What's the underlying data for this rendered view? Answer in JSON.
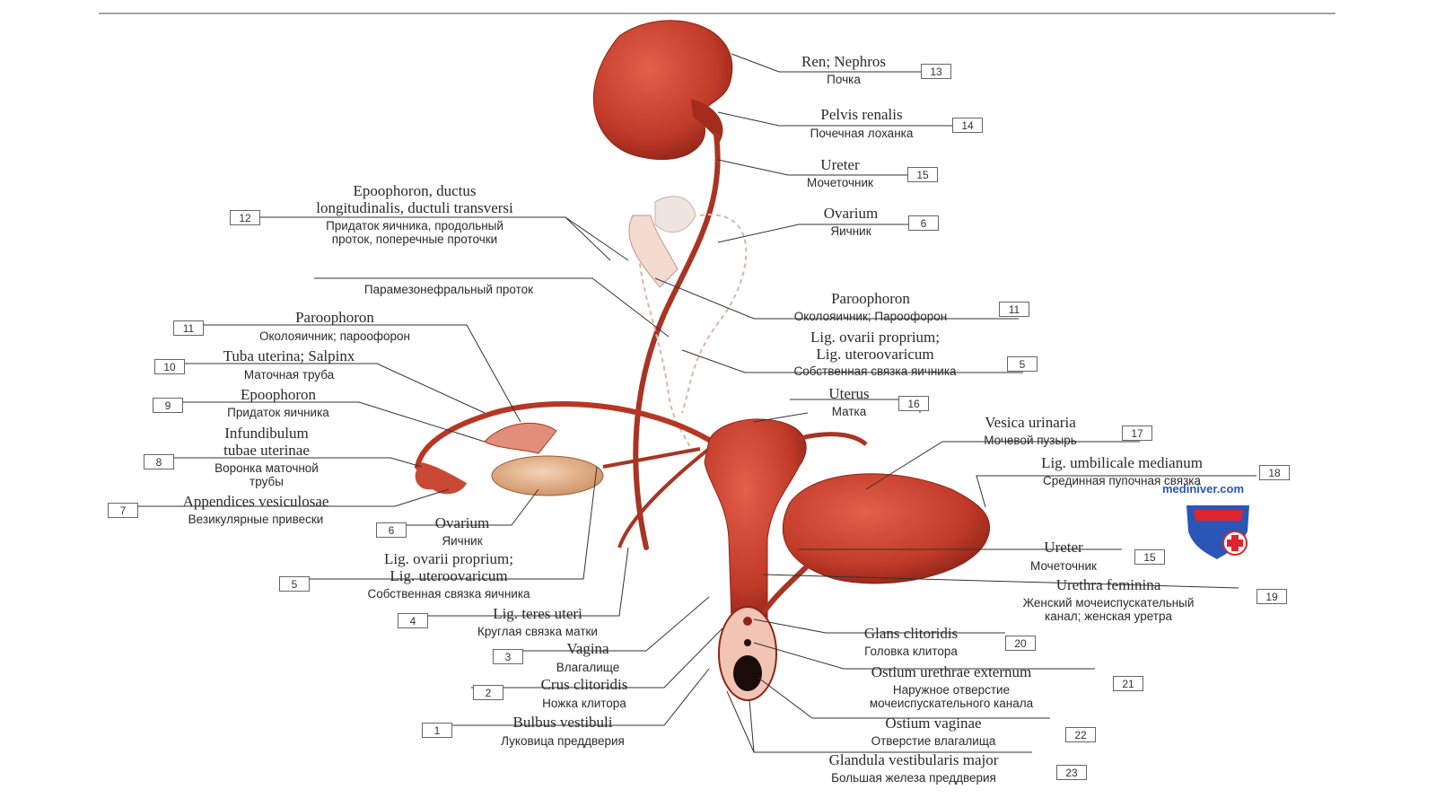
{
  "watermark": "mediniver.com",
  "labels": {
    "l13": {
      "num": "13",
      "lat": "Ren; Nephros",
      "rus": "Почка"
    },
    "l14": {
      "num": "14",
      "lat": "Pelvis renalis",
      "rus": "Почечная лоханка"
    },
    "l15a": {
      "num": "15",
      "lat": "Ureter",
      "rus": "Мочеточник"
    },
    "l6a": {
      "num": "6",
      "lat": "Ovarium",
      "rus": "Яичник"
    },
    "l12": {
      "num": "12",
      "lat1": "Epoophoron, ductus",
      "lat2": "longitudinalis, ductuli transversi",
      "rus1": "Придаток яичника, продольный",
      "rus2": "проток, поперечные проточки"
    },
    "l_pmd": {
      "rus": "Парамезонефральный проток"
    },
    "l11a": {
      "num": "11",
      "lat": "Paroophoron",
      "rus": "Околояичник; Пароофорон"
    },
    "l11b": {
      "num": "11",
      "lat": "Paroophoron",
      "rus": "Околояичник; пароофорон"
    },
    "l5a": {
      "num": "5",
      "lat1": "Lig. ovarii proprium;",
      "lat2": "Lig. uteroovaricum",
      "rus": "Собственная связка яичника"
    },
    "l10": {
      "num": "10",
      "lat": "Tuba uterina; Salpinx",
      "rus": "Маточная труба"
    },
    "l9": {
      "num": "9",
      "lat": "Epoophoron",
      "rus": "Придаток яичника"
    },
    "l16": {
      "num": "16",
      "lat": "Uterus",
      "rus": "Матка"
    },
    "l17": {
      "num": "17",
      "lat": "Vesica urinaria",
      "rus": "Мочевой пузырь"
    },
    "l8": {
      "num": "8",
      "lat1": "Infundibulum",
      "lat2": "tubae uterinae",
      "rus1": "Воронка маточной",
      "rus2": "трубы"
    },
    "l18": {
      "num": "18",
      "lat": "Lig. umbilicale medianum",
      "rus": "Срединная пупочная связка"
    },
    "l7": {
      "num": "7",
      "lat": "Appendices vesiculosae",
      "rus": "Везикулярные привески"
    },
    "l6b": {
      "num": "6",
      "lat": "Ovarium",
      "rus": "Яичник"
    },
    "l15b": {
      "num": "15",
      "lat": "Ureter",
      "rus": "Мочеточник"
    },
    "l5b": {
      "num": "5",
      "lat1": "Lig. ovarii proprium;",
      "lat2": "Lig. uteroovaricum",
      "rus": "Собственная связка яичника"
    },
    "l19": {
      "num": "19",
      "lat": "Urethra feminina",
      "rus1": "Женский мочеиспускательный",
      "rus2": "канал; женская уретра"
    },
    "l4": {
      "num": "4",
      "lat": "Lig. teres uteri",
      "rus": "Круглая связка матки"
    },
    "l20": {
      "num": "20",
      "lat": "Glans clitoridis",
      "rus": "Головка клитора"
    },
    "l3": {
      "num": "3",
      "lat": "Vagina",
      "rus": "Влагалище"
    },
    "l21": {
      "num": "21",
      "lat": "Ostium urethrae externum",
      "rus1": "Наружное отверстие",
      "rus2": "мочеиспускательного канала"
    },
    "l2": {
      "num": "2",
      "lat": "Crus clitoridis",
      "rus": "Ножка клитора"
    },
    "l22": {
      "num": "22",
      "lat": "Ostium vaginae",
      "rus": "Отверстие влагалища"
    },
    "l1": {
      "num": "1",
      "lat": "Bulbus vestibuli",
      "rus": "Луковица преддверия"
    },
    "l23": {
      "num": "23",
      "lat": "Glandula vestibularis major",
      "rus": "Большая железа преддверия"
    }
  },
  "colors": {
    "organ": "#c8402e",
    "organ_dark": "#8e2418",
    "organ_light": "#e9987f",
    "leader": "#333333",
    "rule": "#7f8a99",
    "logo_blue": "#2a56b8",
    "logo_red": "#e0242d"
  }
}
